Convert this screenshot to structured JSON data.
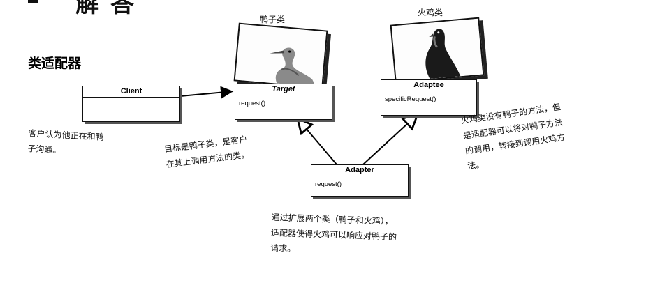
{
  "page": {
    "heading_fragment": "解 答",
    "section_title": "类适配器"
  },
  "photos": {
    "duck_label": "鸭子类",
    "turkey_label": "火鸡类"
  },
  "classes": {
    "client": {
      "name": "Client",
      "operation": ""
    },
    "target": {
      "name": "Target",
      "operation": "request()"
    },
    "adaptee": {
      "name": "Adaptee",
      "operation": "specificRequest()"
    },
    "adapter": {
      "name": "Adapter",
      "operation": "request()"
    }
  },
  "annotations": {
    "client_note_1": "客户认为他正在和鸭",
    "client_note_2": "子沟通。",
    "target_note_1": "目标是鸭子类，是客户",
    "target_note_2": "在其上调用方法的类。",
    "turkey_note_1": "火鸡类没有鸭子的方法，但",
    "turkey_note_2": "是适配器可以将对鸭子方法",
    "turkey_note_3": "的调用，转接到调用火鸡方",
    "turkey_note_4": "法。",
    "adapter_note_1": "通过扩展两个类（鸭子和火鸡），",
    "adapter_note_2": "适配器使得火鸡可以响应对鸭子的",
    "adapter_note_3": "请求。"
  }
}
